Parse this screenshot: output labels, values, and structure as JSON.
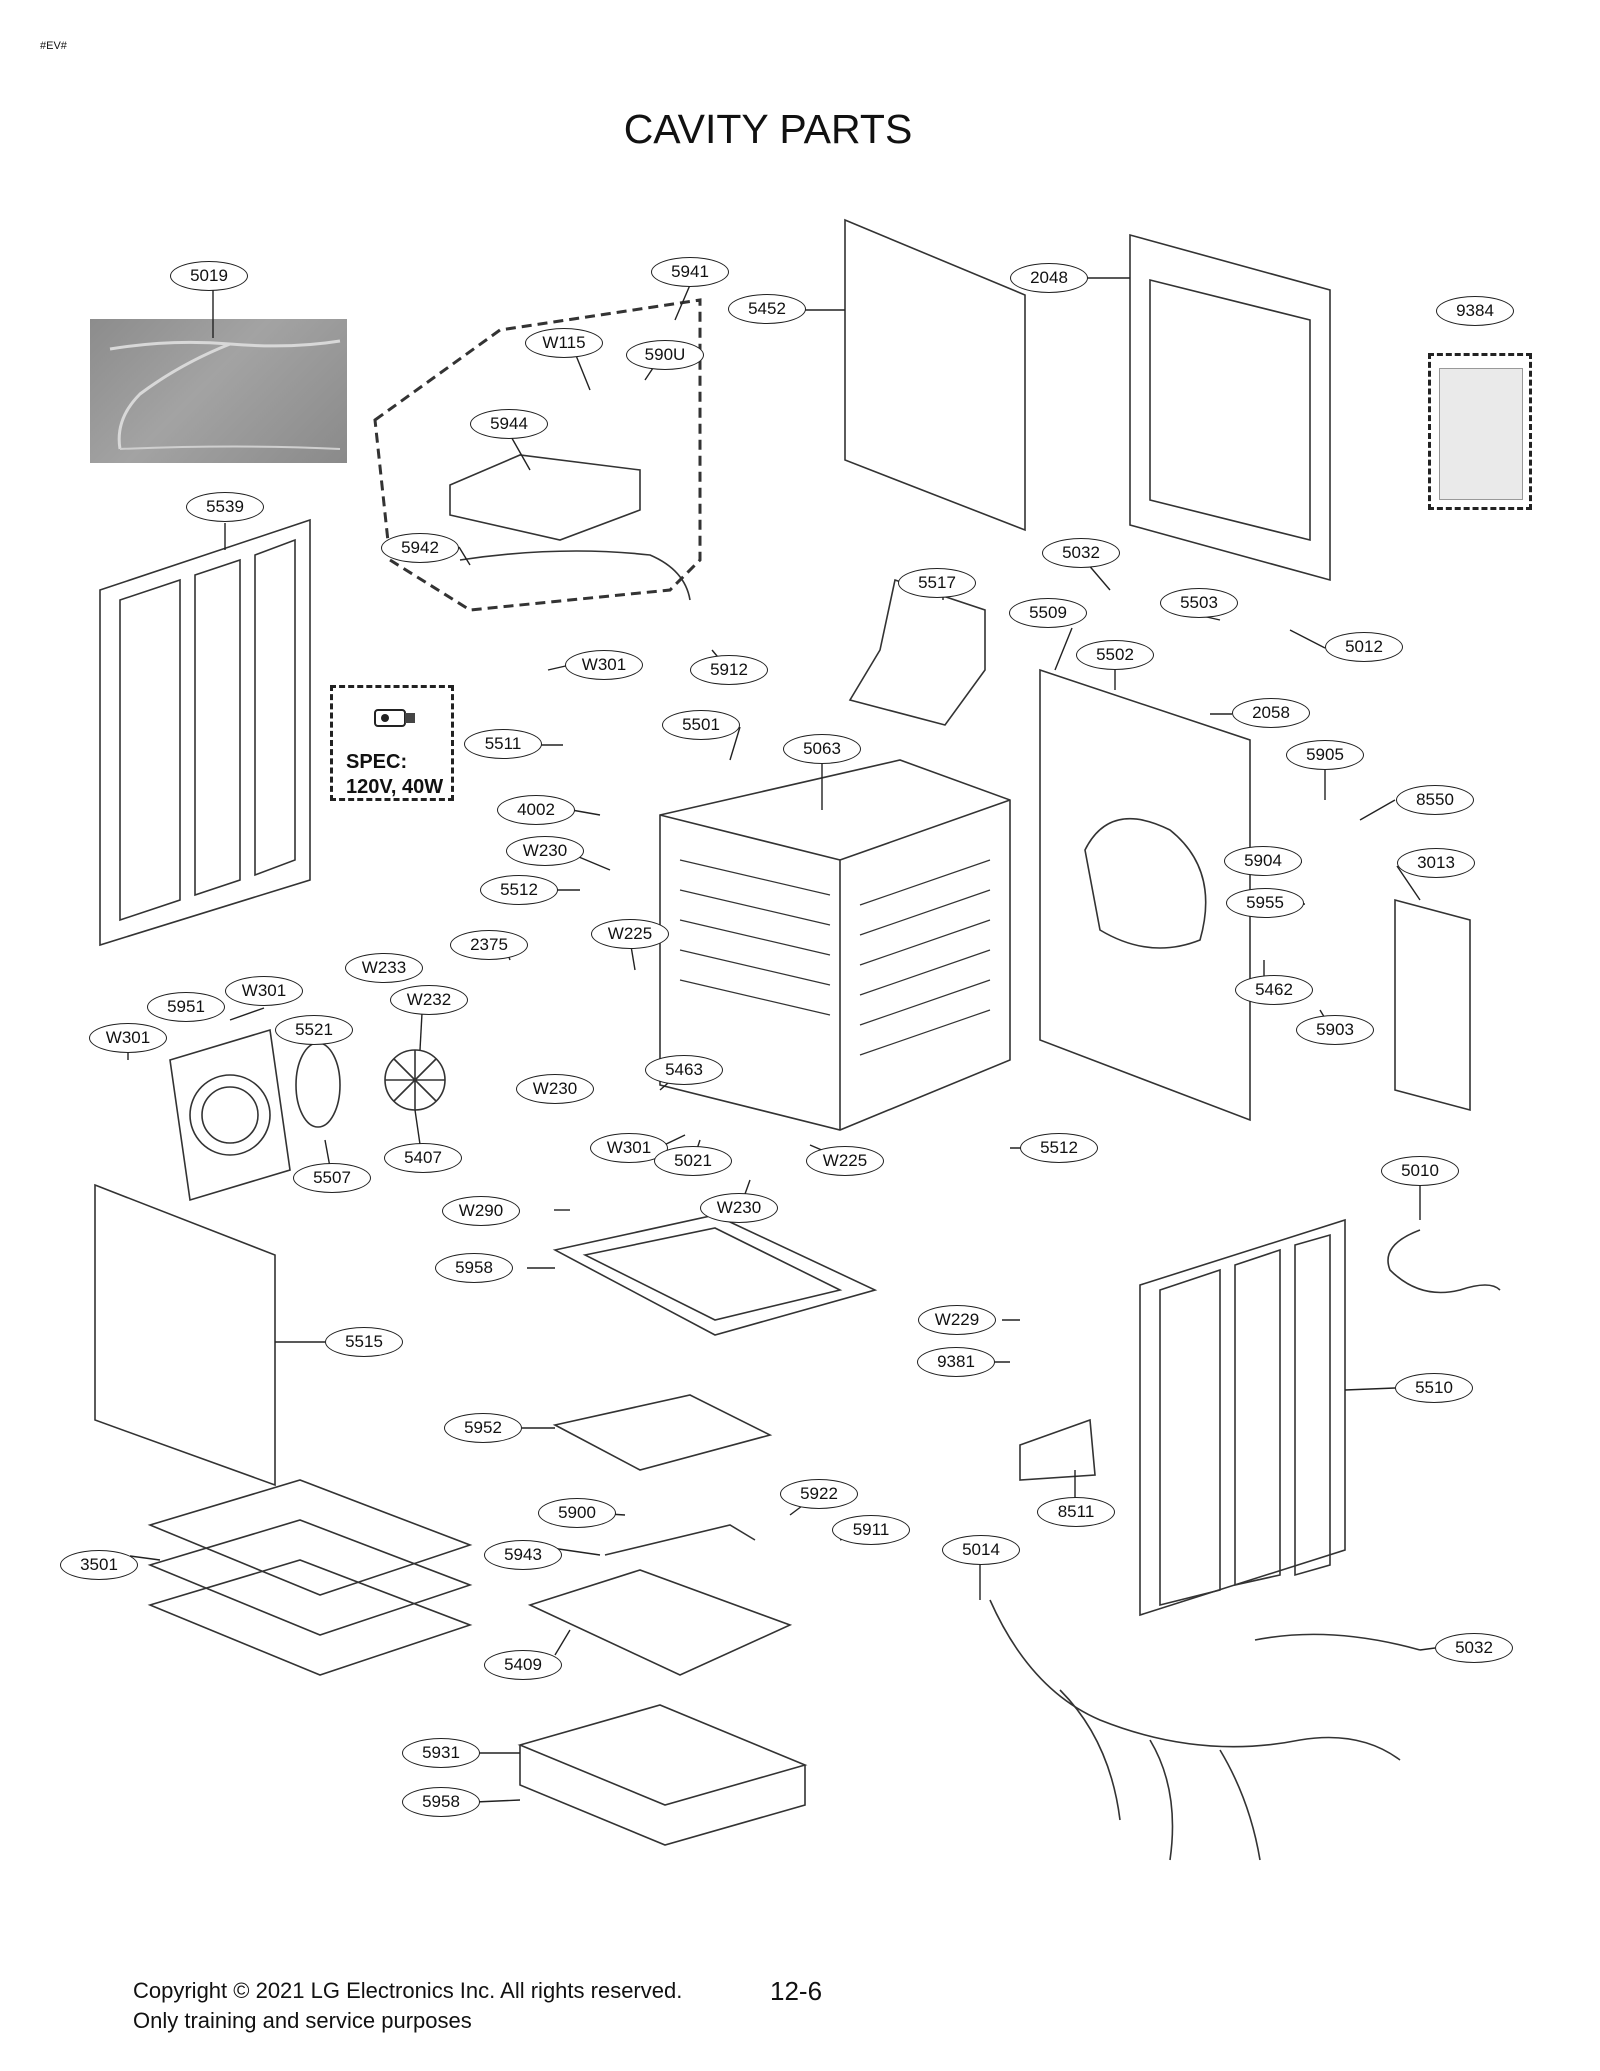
{
  "header": {
    "code": "#EV#"
  },
  "title": "CAVITY PARTS",
  "spec": {
    "heading": "SPEC:",
    "value": "120V, 40W"
  },
  "part_labels": [
    {
      "id": "5019"
    },
    {
      "id": "5941"
    },
    {
      "id": "W115"
    },
    {
      "id": "590U"
    },
    {
      "id": "5944"
    },
    {
      "id": "5942"
    },
    {
      "id": "W301"
    },
    {
      "id": "5912"
    },
    {
      "id": "5452"
    },
    {
      "id": "2048"
    },
    {
      "id": "9384"
    },
    {
      "id": "5539"
    },
    {
      "id": "5517"
    },
    {
      "id": "5032"
    },
    {
      "id": "5503"
    },
    {
      "id": "5509"
    },
    {
      "id": "5012"
    },
    {
      "id": "5502"
    },
    {
      "id": "2058"
    },
    {
      "id": "5511"
    },
    {
      "id": "5501"
    },
    {
      "id": "5063"
    },
    {
      "id": "5905"
    },
    {
      "id": "8550"
    },
    {
      "id": "4002"
    },
    {
      "id": "W230"
    },
    {
      "id": "5512"
    },
    {
      "id": "5904"
    },
    {
      "id": "3013"
    },
    {
      "id": "5955"
    },
    {
      "id": "W225"
    },
    {
      "id": "2375"
    },
    {
      "id": "5462"
    },
    {
      "id": "W233"
    },
    {
      "id": "W301"
    },
    {
      "id": "W232"
    },
    {
      "id": "5951"
    },
    {
      "id": "5521"
    },
    {
      "id": "W301"
    },
    {
      "id": "5903"
    },
    {
      "id": "5463"
    },
    {
      "id": "W230"
    },
    {
      "id": "5407"
    },
    {
      "id": "5507"
    },
    {
      "id": "W301"
    },
    {
      "id": "5021"
    },
    {
      "id": "W225"
    },
    {
      "id": "5512"
    },
    {
      "id": "W230"
    },
    {
      "id": "5010"
    },
    {
      "id": "W290"
    },
    {
      "id": "5958"
    },
    {
      "id": "W229"
    },
    {
      "id": "9381"
    },
    {
      "id": "5515"
    },
    {
      "id": "5510"
    },
    {
      "id": "5952"
    },
    {
      "id": "8511"
    },
    {
      "id": "5922"
    },
    {
      "id": "5900"
    },
    {
      "id": "5911"
    },
    {
      "id": "5014"
    },
    {
      "id": "5943"
    },
    {
      "id": "3501"
    },
    {
      "id": "5409"
    },
    {
      "id": "5032"
    },
    {
      "id": "5931"
    },
    {
      "id": "5958"
    }
  ],
  "footer": {
    "copyright": "Copyright © 2021 LG Electronics Inc. All rights reserved.",
    "purpose": "Only training and service purposes",
    "page": "12-6"
  }
}
